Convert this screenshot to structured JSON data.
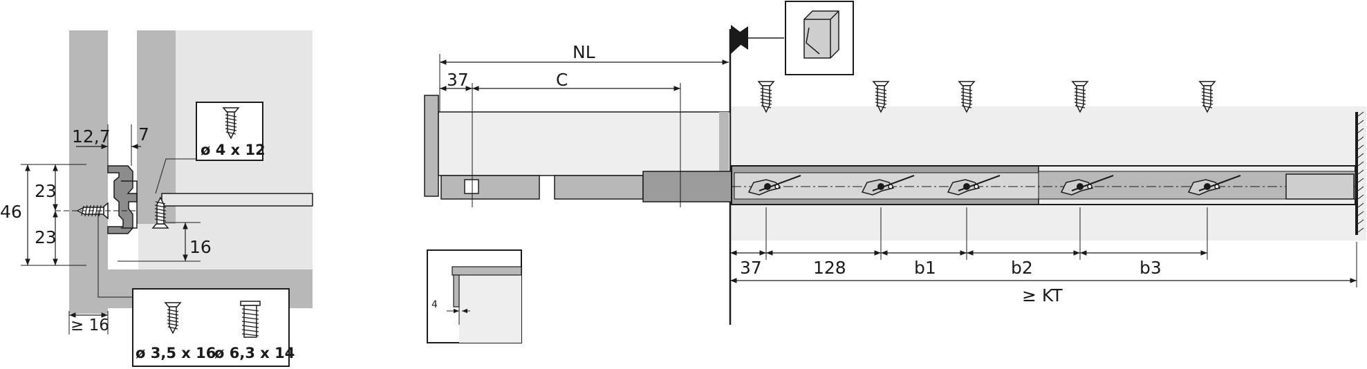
{
  "colors": {
    "panel": "#e6e6e6",
    "rail": "#b8b8b8",
    "railDark": "#8c8c8c",
    "line": "#1a1a1a"
  },
  "left_view": {
    "dims": {
      "d_127": "12,7",
      "d_7": "7",
      "d_46": "46",
      "d_23_top": "23",
      "d_23_bottom": "23",
      "d_16": "16",
      "d_min16": "≥ 16"
    },
    "screw_box_top": {
      "label": "ø 4 x 12",
      "icon": "screw-icon"
    },
    "screw_box_bottom": {
      "label_a": "ø 3,5 x 16",
      "label_b": "ø 6,3 x 14",
      "icon_a": "countersunk-screw-icon",
      "icon_b": "euro-screw-icon"
    }
  },
  "main_view": {
    "dims": {
      "NL": "NL",
      "C": "C",
      "d_37_top": "37",
      "d_37_bottom": "37",
      "d_128": "128",
      "b1": "b1",
      "b2": "b2",
      "b3": "b3",
      "KT": "≥ KT"
    },
    "detail_4": "4",
    "cabinet_icon": "cabinet-front-icon"
  }
}
